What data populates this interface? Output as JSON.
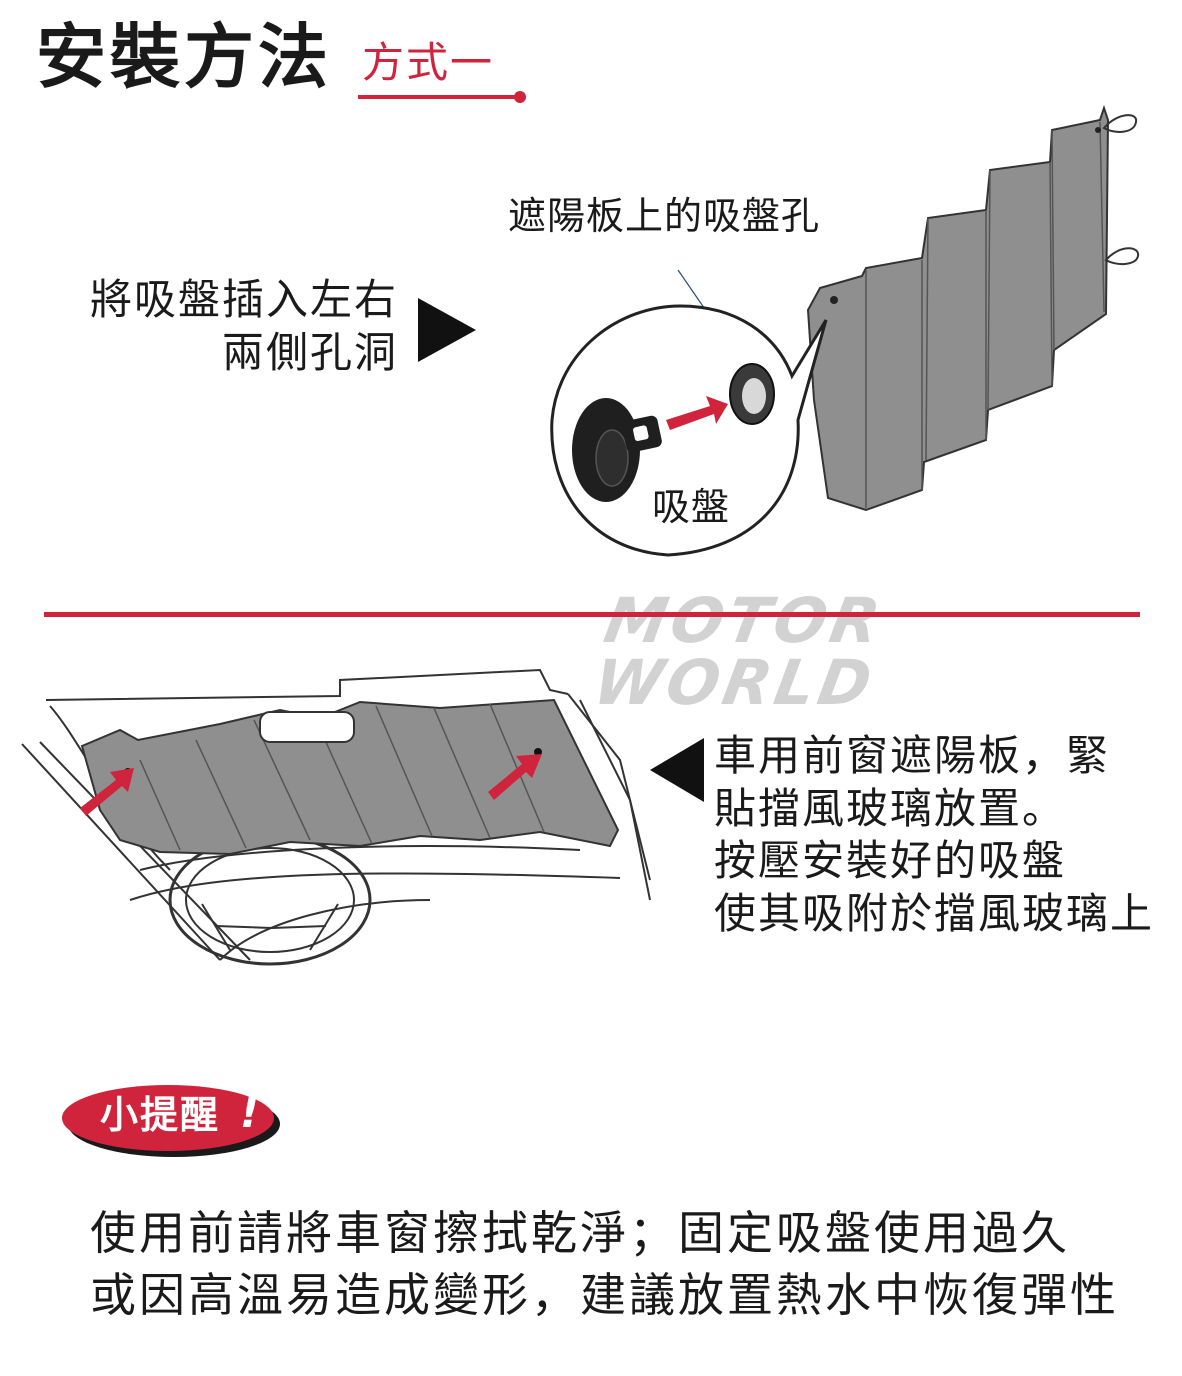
{
  "header": {
    "title": "安裝方法",
    "method": "方式一"
  },
  "step1": {
    "instruction_lines": [
      "將吸盤插入左右",
      "兩側孔洞"
    ],
    "hole_label": "遮陽板上的吸盤孔",
    "suction_label": "吸盤"
  },
  "watermark": "MOTOR WORLD",
  "step2": {
    "instruction_lines": [
      "車用前窗遮陽板，緊",
      "貼擋風玻璃放置。",
      "按壓安裝好的吸盤",
      "使其吸附於擋風玻璃上"
    ]
  },
  "tip": {
    "label": "小提醒",
    "mark": "!",
    "lines": [
      "使用前請將車窗擦拭乾淨；固定吸盤使用過久",
      "或因高溫易造成變形，建議放置熱水中恢復彈性"
    ]
  },
  "colors": {
    "accent": "#d0243d",
    "shade": "#8f8f8f",
    "text": "#1a1a1a"
  },
  "icons": [
    "arrow-right-icon",
    "arrow-left-icon",
    "suction-cup-icon",
    "sunshade-icon",
    "windshield-icon",
    "exclamation-icon"
  ]
}
